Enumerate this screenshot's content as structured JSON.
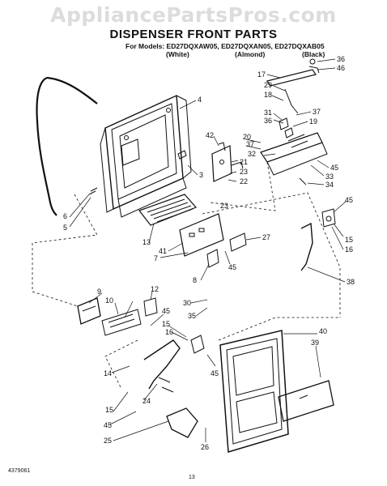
{
  "watermark": "AppliancePartsPros.com",
  "title": "DISPENSER FRONT PARTS",
  "models_line": "For Models: ED27DQXAW05, ED27DQXAN05, ED27DQXAB05",
  "variants": [
    "(White)",
    "(Almond)",
    "(Black)"
  ],
  "footer": {
    "doc_number": "4379061",
    "page_number": "13"
  },
  "callouts": [
    "36",
    "46",
    "17",
    "29",
    "18",
    "31",
    "36",
    "37",
    "19",
    "37",
    "20",
    "32",
    "42",
    "21",
    "23",
    "33",
    "45",
    "22",
    "34",
    "23",
    "4",
    "3",
    "6",
    "5",
    "13",
    "41",
    "27",
    "7",
    "45",
    "8",
    "45",
    "15",
    "16",
    "38",
    "12",
    "9",
    "10",
    "30",
    "35",
    "45",
    "15",
    "16",
    "40",
    "39",
    "14",
    "45",
    "15",
    "24",
    "45",
    "25",
    "26"
  ]
}
